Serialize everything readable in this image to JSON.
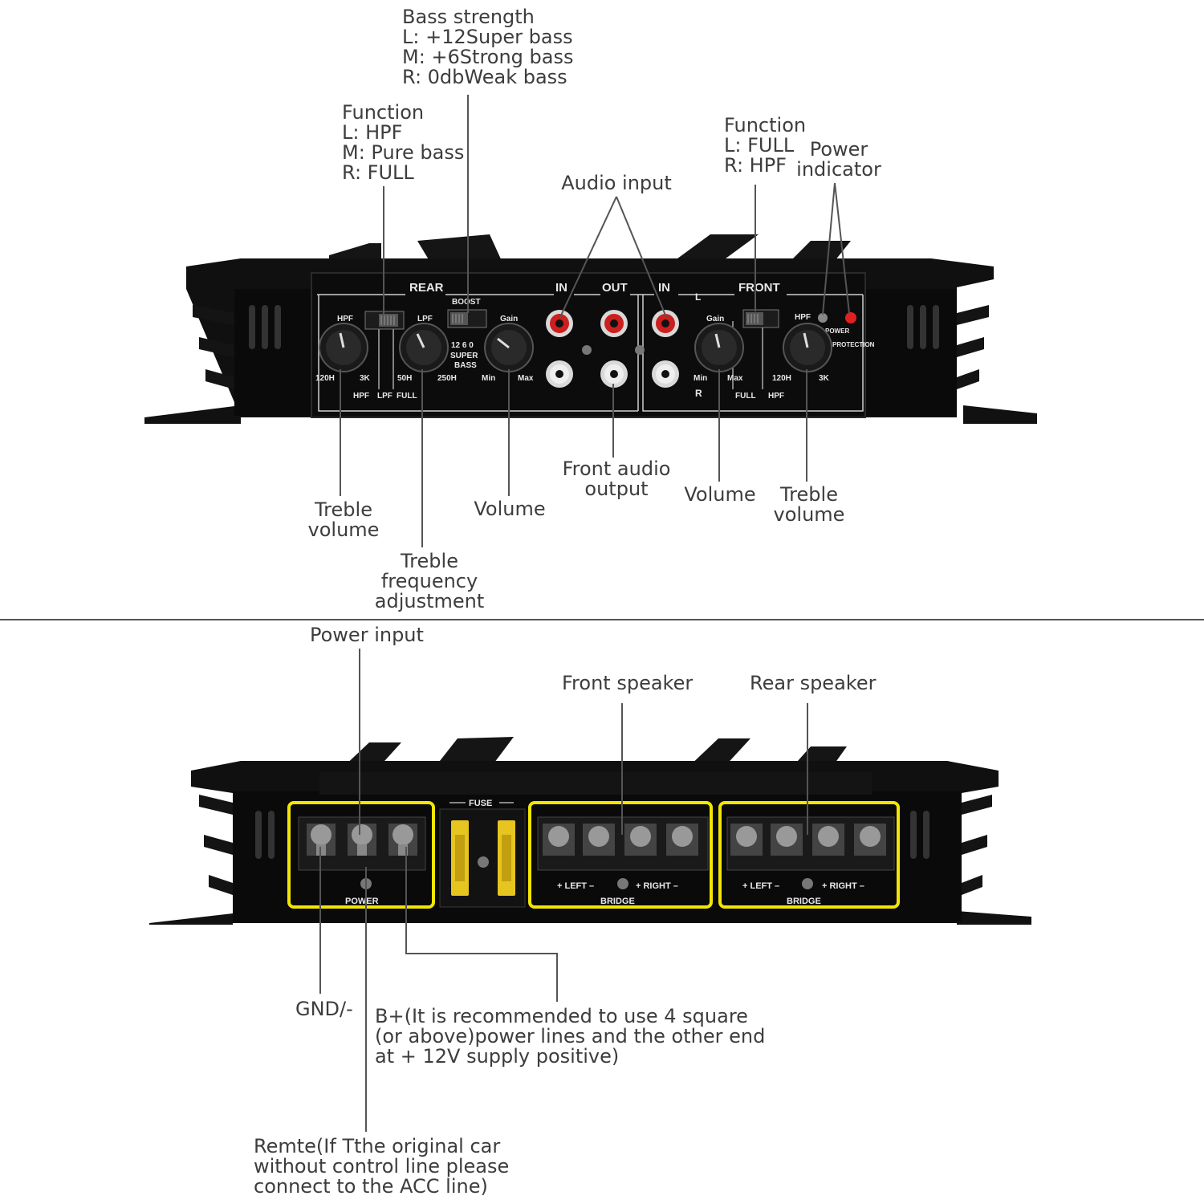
{
  "top": {
    "bass_strength": "Bass strength\nL: +12Super bass\nM: +6Strong bass\nR: 0dbWeak bass",
    "function_rear": "Function\nL: HPF\nM: Pure bass\nR: FULL",
    "audio_input": "Audio input",
    "function_front": "Function\nL: FULL\nR: HPF",
    "power_indicator": "Power\nindicator",
    "treble_volume_rear": "Treble\nvolume",
    "treble_freq": "Treble\nfrequency\nadjustment",
    "volume_rear": "Volume",
    "front_audio_output": "Front audio\noutput",
    "volume_front": "Volume",
    "treble_volume_front": "Treble\nvolume"
  },
  "bottom": {
    "power_input": "Power input",
    "front_speaker": "Front speaker",
    "rear_speaker": "Rear speaker",
    "gnd": "GND/-",
    "bplus": "B+(It is recommended to use 4 square\n(or above)power lines and the other end\nat + 12V supply positive)",
    "remote": "Remte(If Tthe original car\nwithout control line please\nconnect to the ACC line)"
  },
  "panel_print": {
    "rear": "REAR",
    "in1": "IN",
    "out": "OUT",
    "in2": "IN",
    "front": "FRONT",
    "boost": "BOOST",
    "hpf": "HPF",
    "lpf": "LPF",
    "gain": "Gain",
    "f_120h": "120H",
    "f_3k": "3K",
    "f_50h": "50H",
    "f_250h": "250H",
    "min": "Min",
    "max": "Max",
    "sw_hpf": "HPF",
    "sw_lpf": "LPF",
    "sw_full": "FULL",
    "boost_vals": "12  6  0",
    "super": "SUPER",
    "bass": "BASS",
    "ch_l": "L",
    "ch_r": "R",
    "fr_gain": "Gain",
    "fr_min": "Min",
    "fr_max": "Max",
    "fr_full": "FULL",
    "fr_hpf": "HPF",
    "fr_hpf_top": "HPF",
    "fr_120h": "120H",
    "fr_3k": "3K",
    "power": "POWER",
    "protection": "PROTECTION",
    "fuse": "FUSE",
    "power_bottom": "POWER",
    "left_front": "+ LEFT –",
    "right_front": "+ RIGHT –",
    "bridge_front": "BRIDGE",
    "left_rear": "+ LEFT –",
    "right_rear": "+ RIGHT –",
    "bridge_rear": "BRIDGE"
  },
  "colors": {
    "highlight": "#f2e600",
    "label_text": "#3d3d3d",
    "leader": "#555555",
    "body": "#0d0d0d"
  }
}
